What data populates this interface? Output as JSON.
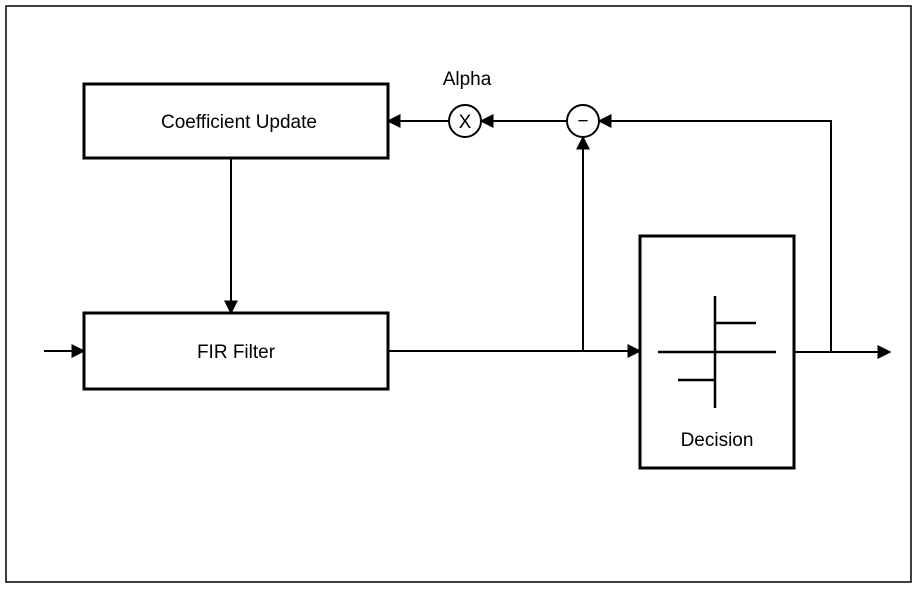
{
  "blocks": {
    "coefficient_update": "Coefficient Update",
    "fir_filter": "FIR Filter",
    "decision": "Decision"
  },
  "operators": {
    "multiply_symbol": "X",
    "multiply_label": "Alpha",
    "subtract_symbol": "−"
  },
  "colors": {
    "stroke": "#000000",
    "background": "#ffffff"
  }
}
